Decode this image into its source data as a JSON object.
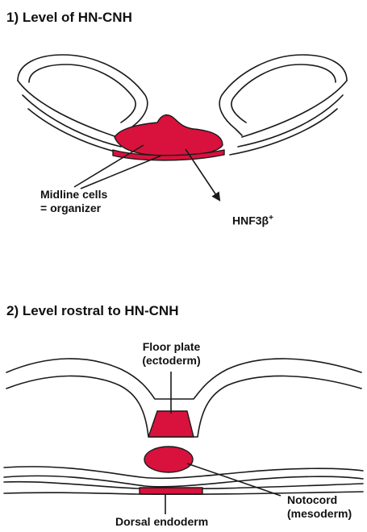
{
  "panel1": {
    "title": "1) Level of HN-CNH",
    "midline_line1": "Midline cells",
    "midline_line2": "= organizer",
    "hnf_label": "HNF3β",
    "hnf_sup": "+"
  },
  "panel2": {
    "title": "2) Level rostral to HN-CNH",
    "floor_line1": "Floor plate",
    "floor_line2": "(ectoderm)",
    "noto_line1": "Notocord",
    "noto_line2": "(mesoderm)",
    "dorsal_label": "Dorsal endoderm"
  },
  "colors": {
    "highlight": "#d8123c",
    "line": "#1a1a1a",
    "background": "#ffffff"
  }
}
